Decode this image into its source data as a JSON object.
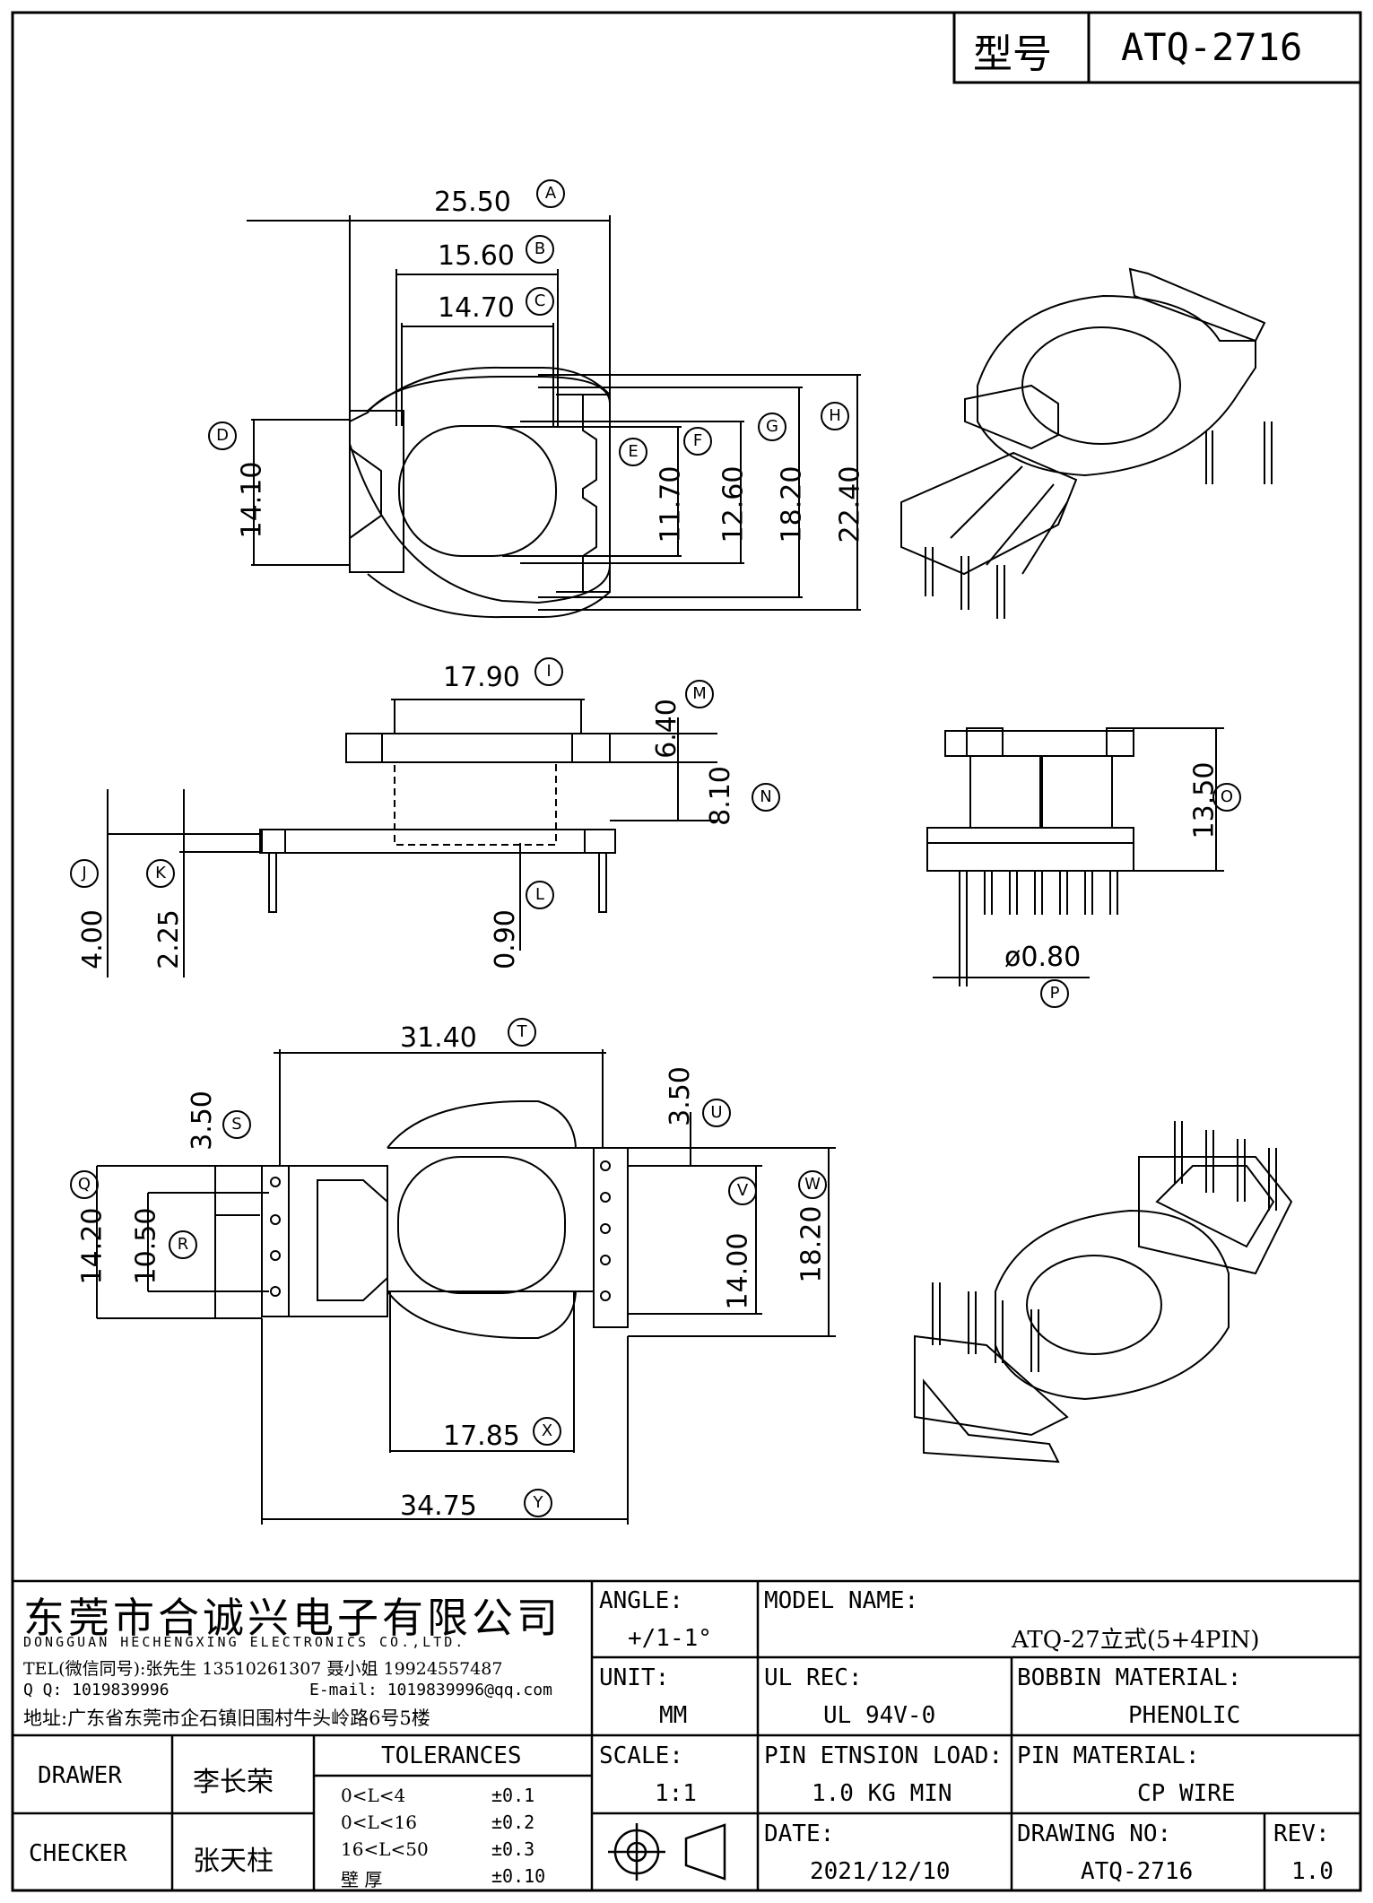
{
  "model_box": {
    "label": "型号",
    "value": "ATQ-2716"
  },
  "dims": {
    "A": "25.50",
    "B": "15.60",
    "C": "14.70",
    "D": "14.10",
    "E": "11.70",
    "F": "12.60",
    "G": "18.20",
    "H": "22.40",
    "I": "17.90",
    "M": "6.40",
    "N": "8.10",
    "J": "4.00",
    "K": "2.25",
    "L": "0.90",
    "O": "13.50",
    "P": "ø0.80",
    "T": "31.40",
    "S": "3.50",
    "U": "3.50",
    "Q": "14.20",
    "R": "10.50",
    "V": "14.00",
    "W": "18.20",
    "X": "17.85",
    "Y": "34.75"
  },
  "letters": [
    "A",
    "B",
    "C",
    "D",
    "E",
    "F",
    "G",
    "H",
    "I",
    "M",
    "N",
    "J",
    "K",
    "L",
    "O",
    "P",
    "T",
    "S",
    "U",
    "Q",
    "R",
    "V",
    "W",
    "X",
    "Y"
  ],
  "company": {
    "name_cn": "东莞市合诚兴电子有限公司",
    "name_en": "DONGGUAN HECHENGXING ELECTRONICS CO.,LTD.",
    "tel": "TEL(微信同号):张先生 13510261307 聂小姐 19924557487",
    "qq": "Q Q: 1019839996",
    "email": "E-mail: 1019839996@qq.com",
    "address": "地址:广东省东莞市企石镇旧围村牛头岭路6号5楼"
  },
  "title_block": {
    "angle_label": "ANGLE:",
    "angle_value": "+/1-1°",
    "model_name_label": "MODEL NAME:",
    "model_name_value": "ATQ-27立式(5+4PIN)",
    "unit_label": "UNIT:",
    "unit_value": "MM",
    "ul_label": "UL REC:",
    "ul_value": "UL 94V-0",
    "bobbin_label": "BOBBIN MATERIAL:",
    "bobbin_value": "PHENOLIC",
    "scale_label": "SCALE:",
    "scale_value": "1:1",
    "pin_load_label": "PIN ETNSION LOAD:",
    "pin_load_value": "1.0 KG MIN",
    "pin_material_label": "PIN MATERIAL:",
    "pin_material_value": "CP WIRE",
    "date_label": "DATE:",
    "date_value": "2021/12/10",
    "drawing_no_label": "DRAWING NO:",
    "drawing_no_value": "ATQ-2716",
    "rev_label": "REV:",
    "rev_value": "1.0",
    "drawer_label": "DRAWER",
    "drawer_value": "李长荣",
    "checker_label": "CHECKER",
    "checker_value": "张天柱",
    "tolerances_label": "TOLERANCES",
    "tolerances": [
      {
        "range": "0<L<4",
        "value": "±0.1"
      },
      {
        "range": "0<L<16",
        "value": "±0.2"
      },
      {
        "range": "16<L<50",
        "value": "±0.3"
      },
      {
        "range": "壁   厚",
        "value": "±0.10"
      }
    ]
  }
}
